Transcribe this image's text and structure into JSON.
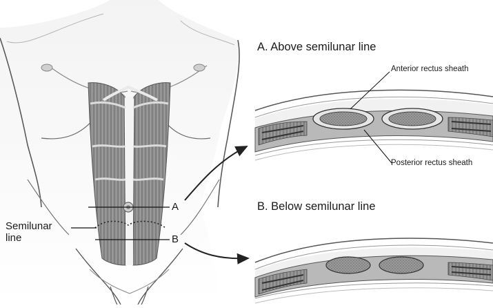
{
  "diagram": {
    "torso": {
      "line_a_label": "A",
      "line_b_label": "B",
      "semilunar_label_line1": "Semilunar",
      "semilunar_label_line2": "line"
    },
    "section_a": {
      "heading": "A.  Above semilunar line",
      "callout_top": "Anterior rectus sheath",
      "callout_bottom": "Posterior rectus sheath"
    },
    "section_b": {
      "heading": "B.  Below semilunar line"
    }
  },
  "colors": {
    "muscle_fill": "#8a8a8a",
    "muscle_dark": "#555555",
    "skin_line": "#4a4a4a",
    "sheath_light": "#d8d8d8"
  }
}
